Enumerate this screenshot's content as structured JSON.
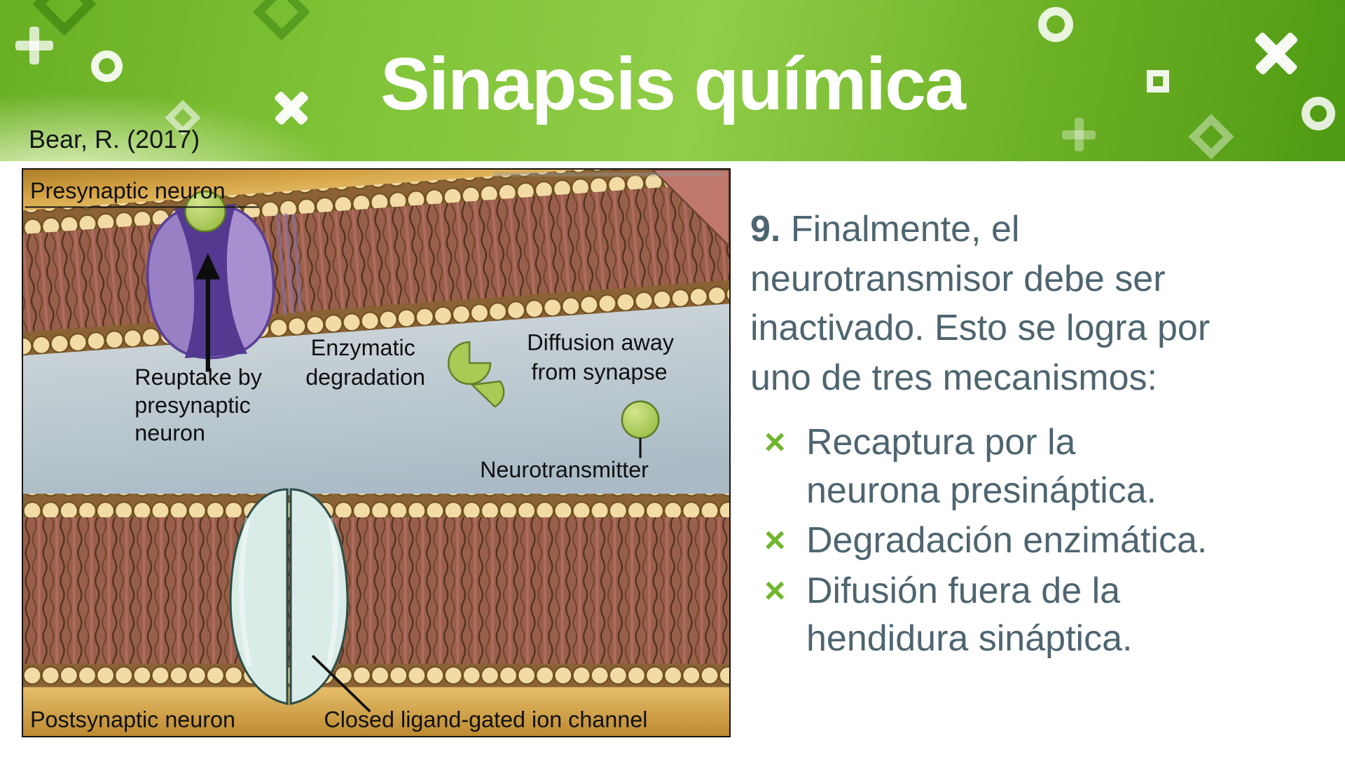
{
  "colors": {
    "header_green": "#76b82a",
    "accent_green": "#70b62c",
    "body_text": "#4e6570"
  },
  "header": {
    "title": "Sinapsis química",
    "citation": "Bear, R. (2017)"
  },
  "figure": {
    "labels": {
      "presynaptic_neuron": "Presynaptic neuron",
      "reuptake": [
        "Reuptake by",
        "presynaptic",
        "neuron"
      ],
      "enzymatic": [
        "Enzymatic",
        "degradation"
      ],
      "diffusion": [
        "Diffusion away",
        "from synapse"
      ],
      "neurotransmitter": "Neurotransmitter",
      "postsynaptic_neuron": "Postsynaptic neuron",
      "ion_channel": "Closed ligand-gated ion channel"
    }
  },
  "content": {
    "number": "9.",
    "intro_lines": [
      "Finalmente, el",
      "neurotransmisor debe ser",
      "inactivado. Esto se logra por",
      "uno de tres mecanismos:"
    ],
    "bullet_marker": "×",
    "bullets": [
      {
        "lines": [
          "Recaptura por la",
          "neurona presináptica."
        ]
      },
      {
        "lines": [
          "Degradación enzimática."
        ]
      },
      {
        "lines": [
          "Difusión fuera de la",
          "hendidura sináptica."
        ]
      }
    ]
  }
}
